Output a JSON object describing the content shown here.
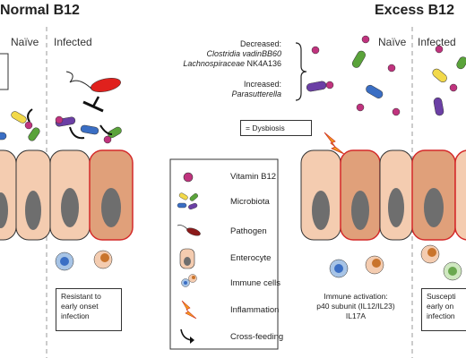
{
  "panels": {
    "left_title": "Normal B12",
    "right_title": "Excess B12",
    "left_naive": "Naïve",
    "left_infected": "Infected",
    "right_naive": "Naïve",
    "right_infected": "Infected"
  },
  "changes": {
    "decreased_label": "Decreased:",
    "decreased_1": "Clostridia vadinBB60",
    "decreased_2_italic": "Lachnospiraceae",
    "decreased_2_rest": " NK4A136",
    "increased_label": "Increased:",
    "increased_1": "Parasutterella"
  },
  "dysbiosis_box": "= Dysbiosis",
  "legend": {
    "items": [
      {
        "label": "Vitamin B12",
        "icon": "vitamin-b12-icon"
      },
      {
        "label": "Microbiota",
        "icon": "microbiota-icon"
      },
      {
        "label": "Pathogen",
        "icon": "pathogen-icon"
      },
      {
        "label": "Enterocyte",
        "icon": "enterocyte-icon"
      },
      {
        "label": "Immune cells",
        "icon": "immune-cells-icon"
      },
      {
        "label": "Inflammation",
        "icon": "inflammation-icon"
      },
      {
        "label": "Cross-feeding",
        "icon": "cross-feeding-arrow-icon"
      }
    ]
  },
  "left_outcome": {
    "line1": "Resistant to",
    "line2": "early onset",
    "line3": "infection"
  },
  "immune_activation": {
    "line1": "Immune activation:",
    "line2": "p40 subunit (IL12/IL23)",
    "line3": "IL17A"
  },
  "right_outcome": {
    "line1": "Suscepti",
    "line2": "early on",
    "line3": "infection"
  },
  "colors": {
    "vitamin_b12": "#c0337e",
    "enterocyte_light": "#f4ccb0",
    "enterocyte_dark": "#e0a07a",
    "nucleus": "#6e6e6e",
    "pathogen": "#e0211d",
    "red_outline": "#d42a2a",
    "inflammation": "#f39c1f"
  }
}
